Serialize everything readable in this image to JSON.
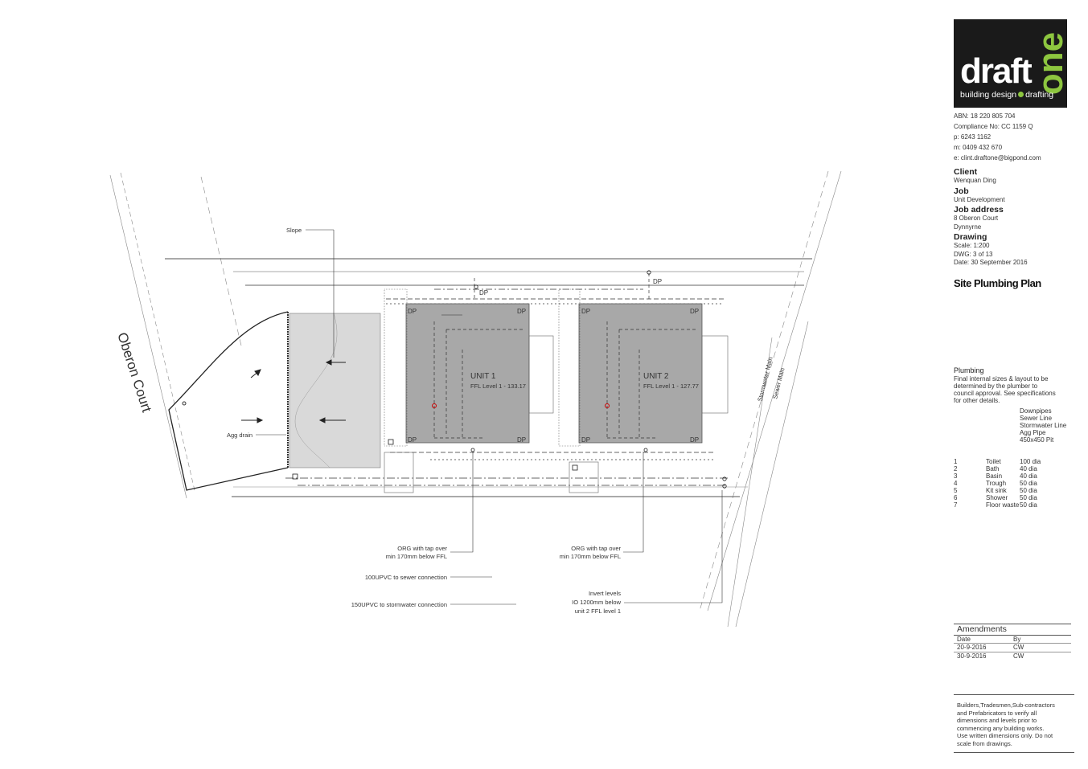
{
  "logo": {
    "word1": "draft",
    "word2": "one",
    "tag_left": "building design",
    "tag_right": "drafting"
  },
  "company": {
    "abn": "ABN: 18 220 805 704",
    "compliance": "Compliance No:  CC 1159 Q",
    "phone": "p:   6243 1162",
    "mobile": "m:  0409 432 670",
    "email": "e:   clint.draftone@bigpond.com"
  },
  "client": {
    "label": "Client",
    "value": "Wenquan Ding"
  },
  "job": {
    "label": "Job",
    "value": "Unit Development"
  },
  "job_address": {
    "label": "Job address",
    "line1": "8 Oberon Court",
    "line2": "Dynnyrne"
  },
  "drawing": {
    "label": "Drawing",
    "scale": "Scale: 1:200",
    "dwg": "DWG: 3 of 13",
    "date": "Date:  30 September 2016"
  },
  "sheet_title": "Site Plumbing Plan",
  "plumbing": {
    "heading": "Plumbing",
    "note1": "Final internal sizes & layout to be",
    "note2": "determined by the plumber to",
    "note3": "council approval.  See specifications",
    "note4": "for other details.",
    "legend": [
      "Downpipes",
      "Sewer Line",
      "Stormwater Line",
      "Agg Pipe",
      "450x450 Pit"
    ],
    "fixtures": [
      {
        "n": "1",
        "name": "Toilet",
        "size": "100 dia"
      },
      {
        "n": "2",
        "name": "Bath",
        "size": "40 dia"
      },
      {
        "n": "3",
        "name": "Basin",
        "size": "40 dia"
      },
      {
        "n": "4",
        "name": "Trough",
        "size": "50 dia"
      },
      {
        "n": "5",
        "name": "Kit sink",
        "size": "50 dia"
      },
      {
        "n": "6",
        "name": "Shower",
        "size": "50 dia"
      },
      {
        "n": "7",
        "name": "Floor waste",
        "size": "50 dia"
      }
    ]
  },
  "amendments": {
    "heading": "Amendments",
    "col_date": "Date",
    "col_by": "By",
    "rows": [
      {
        "date": "20-9-2016",
        "by": "CW"
      },
      {
        "date": "30-9-2016",
        "by": "CW"
      }
    ]
  },
  "notes": {
    "l1": "Builders,Tradesmen,Sub-contractors",
    "l2": "and Prefabricators to verify all",
    "l3": "dimensions and levels prior to",
    "l4": "commencing any building works.",
    "l5": "Use written dimensions only. Do not",
    "l6": "scale from drawings."
  },
  "plan": {
    "street": "Oberon  Court",
    "slope": "Slope",
    "agg_drain": "Agg drain",
    "dp": "DP",
    "unit1": "UNIT 1",
    "unit1_ffl": "FFL Level 1 - 133.17",
    "unit2": "UNIT 2",
    "unit2_ffl": "FFL Level 1 - 127.77",
    "stormwater_main": "Stormwater Main",
    "sewer_main": "Sewer Main",
    "org1_l1": "ORG with tap over",
    "org1_l2": "min 170mm below FFL",
    "org2_l1": "ORG with tap over",
    "org2_l2": "min 170mm below FFL",
    "sewer_conn": "100UPVC to sewer connection",
    "storm_conn": "150UPVC to stormwater connection",
    "invert_l1": "Invert levels",
    "invert_l2": "IO 1200mm below",
    "invert_l3": "unit 2 FFL level 1"
  }
}
